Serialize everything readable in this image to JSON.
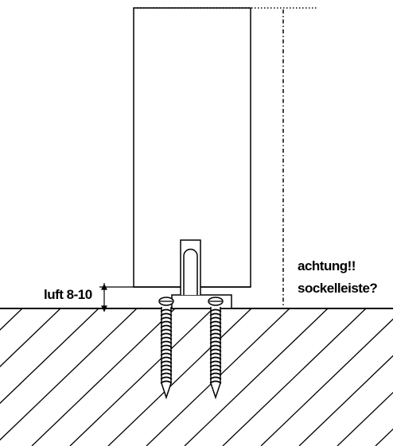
{
  "annotations": {
    "gap_label": "luft 8-10",
    "warning_line1": "achtung!!",
    "warning_line2": "sockelleiste?"
  },
  "colors": {
    "ink": "#000000",
    "background": "#ffffff"
  }
}
